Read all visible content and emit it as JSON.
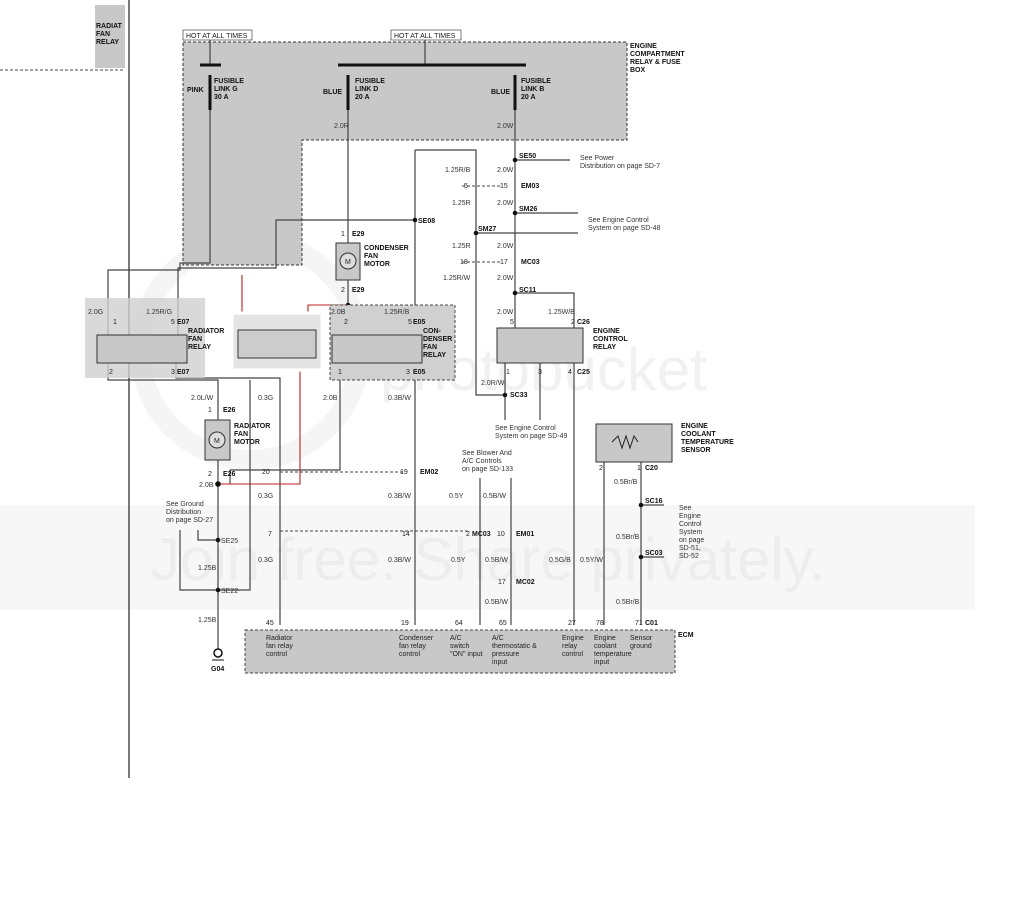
{
  "corner_relay": [
    "RADIAT",
    "FAN",
    "RELAY"
  ],
  "hot_at_all_times": [
    "HOT AT ALL TIMES",
    "HOT AT ALL TIMES"
  ],
  "fuse_box_label": [
    "ENGINE",
    "COMPARTMENT",
    "RELAY & FUSE",
    "BOX"
  ],
  "fuses": [
    {
      "color": "PINK",
      "name": [
        "FUSIBLE",
        "LINK G",
        "30 A"
      ]
    },
    {
      "color": "BLUE",
      "name": [
        "FUSIBLE",
        "LINK D",
        "20 A"
      ]
    },
    {
      "color": "BLUE",
      "name": [
        "FUSIBLE",
        "LINK B",
        "20 A"
      ]
    }
  ],
  "components": {
    "condenser_fan_motor": [
      "CONDENSER",
      "FAN",
      "MOTOR"
    ],
    "radiator_fan_relay": [
      "RADIATOR",
      "FAN",
      "RELAY"
    ],
    "condenser_fan_relay": [
      "CON-",
      "DENSER",
      "FAN",
      "RELAY"
    ],
    "engine_control_relay": [
      "ENGINE",
      "CONTROL",
      "RELAY"
    ],
    "radiator_fan_motor": [
      "RADIATOR",
      "FAN",
      "MOTOR"
    ],
    "coolant_sensor": [
      "ENGINE",
      "COOLANT",
      "TEMPERATURE",
      "SENSOR"
    ],
    "motor_symbol": "M",
    "ground": "G04",
    "ecm": "ECM"
  },
  "connectors": [
    "E29",
    "E29",
    "EM03",
    "MC03",
    "E07",
    "E07",
    "E05",
    "E05",
    "C26",
    "C25",
    "E26",
    "E26",
    "EM02",
    "MC03",
    "EM01",
    "MC02",
    "C20",
    "C01"
  ],
  "splices": [
    "SE50",
    "SM26",
    "SM27",
    "SE08",
    "SC11",
    "SC33",
    "SE25",
    "SE22",
    "SC16",
    "SC03"
  ],
  "wires": [
    "2.0R",
    "2.0W",
    "1.25R/B",
    "2.0W",
    "1.25R",
    "2.0W",
    "1.25R",
    "2.0W",
    "1.25R/W",
    "2.0W",
    "2.0G",
    "1.25R/G",
    "2.0B",
    "1.25R/B",
    "2.0W",
    "1.25W/B",
    "2.0R/W",
    "2.0L/W",
    "0.3G",
    "2.0B",
    "0.3B/W",
    "2.0B",
    "0.3G",
    "0.3B/W",
    "0.5Y",
    "0.5B/W",
    "0.5Br/B",
    "0.3G",
    "0.3B/W",
    "0.5Y",
    "0.5B/W",
    "0.5G/B",
    "0.5Y/W",
    "0.5Br/B",
    "1.25B",
    "1.25B",
    "0.5B/W",
    "0.5Br/B"
  ],
  "pins": [
    "1",
    "2",
    "5",
    "15",
    "18",
    "17",
    "1",
    "5",
    "2",
    "3",
    "2",
    "5",
    "1",
    "3",
    "5",
    "2",
    "1",
    "3",
    "4",
    "1",
    "2",
    "20",
    "19",
    "7",
    "14",
    "2",
    "10",
    "17",
    "2",
    "1"
  ],
  "references": {
    "power": [
      "See Power",
      "Distribution on page SD-7"
    ],
    "ecs48": [
      "See Engine Control",
      "System on page SD-48"
    ],
    "ecs49": [
      "See Engine Control",
      "System on page SD-49"
    ],
    "blower": [
      "See Blower And",
      "A/C Controls",
      "on page SD-133"
    ],
    "ground": [
      "See Ground",
      "Distribution",
      "on page SD-27"
    ],
    "ecs51": [
      "See",
      "Engine",
      "Control",
      "System",
      "on page",
      "SD-51,",
      "SD-52"
    ]
  },
  "ecm_inputs": [
    {
      "pin": "45",
      "label": [
        "Radiator",
        "fan relay",
        "control"
      ]
    },
    {
      "pin": "19",
      "label": [
        "Condenser",
        "fan relay",
        "control"
      ]
    },
    {
      "pin": "64",
      "label": [
        "A/C",
        "switch",
        "\"ON\" input"
      ]
    },
    {
      "pin": "65",
      "label": [
        "A/C",
        "thermostatic &",
        "pressure",
        "input"
      ]
    },
    {
      "pin": "27",
      "label": [
        "Engine",
        "relay",
        "control"
      ]
    },
    {
      "pin": "78",
      "label": [
        "Engine",
        "coolant",
        "temperature",
        "input"
      ]
    },
    {
      "pin": "71",
      "label": [
        "Sensor",
        "ground"
      ]
    }
  ],
  "watermark": [
    "photobucket",
    "Join free. Share privately."
  ]
}
